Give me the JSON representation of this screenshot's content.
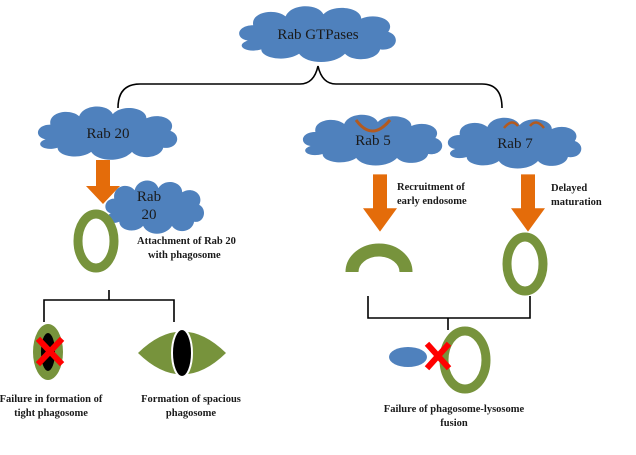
{
  "nodes": {
    "root": "Rab GTPases",
    "rab20": "Rab 20",
    "rab20_small": [
      "Rab",
      "20"
    ],
    "rab5": "Rab 5",
    "rab7": "Rab 7"
  },
  "labels": {
    "attachment": [
      "Attachment of Rab 20",
      "with phagosome"
    ],
    "recruitment": [
      "Recruitment of",
      "early endosome"
    ],
    "delayed": [
      "Delayed",
      "maturation"
    ],
    "failure_tight": [
      "Failure in formation of",
      "tight phagosome"
    ],
    "spacious": [
      "Formation of spacious",
      "phagosome"
    ],
    "fusion_failure": [
      "Failure of phagosome-lysosome",
      "fusion"
    ]
  },
  "colors": {
    "cloud": "#4f81bd",
    "arrow": "#e46c0a",
    "ring": "#77933c",
    "cross": "#ff0000",
    "line": "#000000",
    "cup": "#b35a1f"
  }
}
